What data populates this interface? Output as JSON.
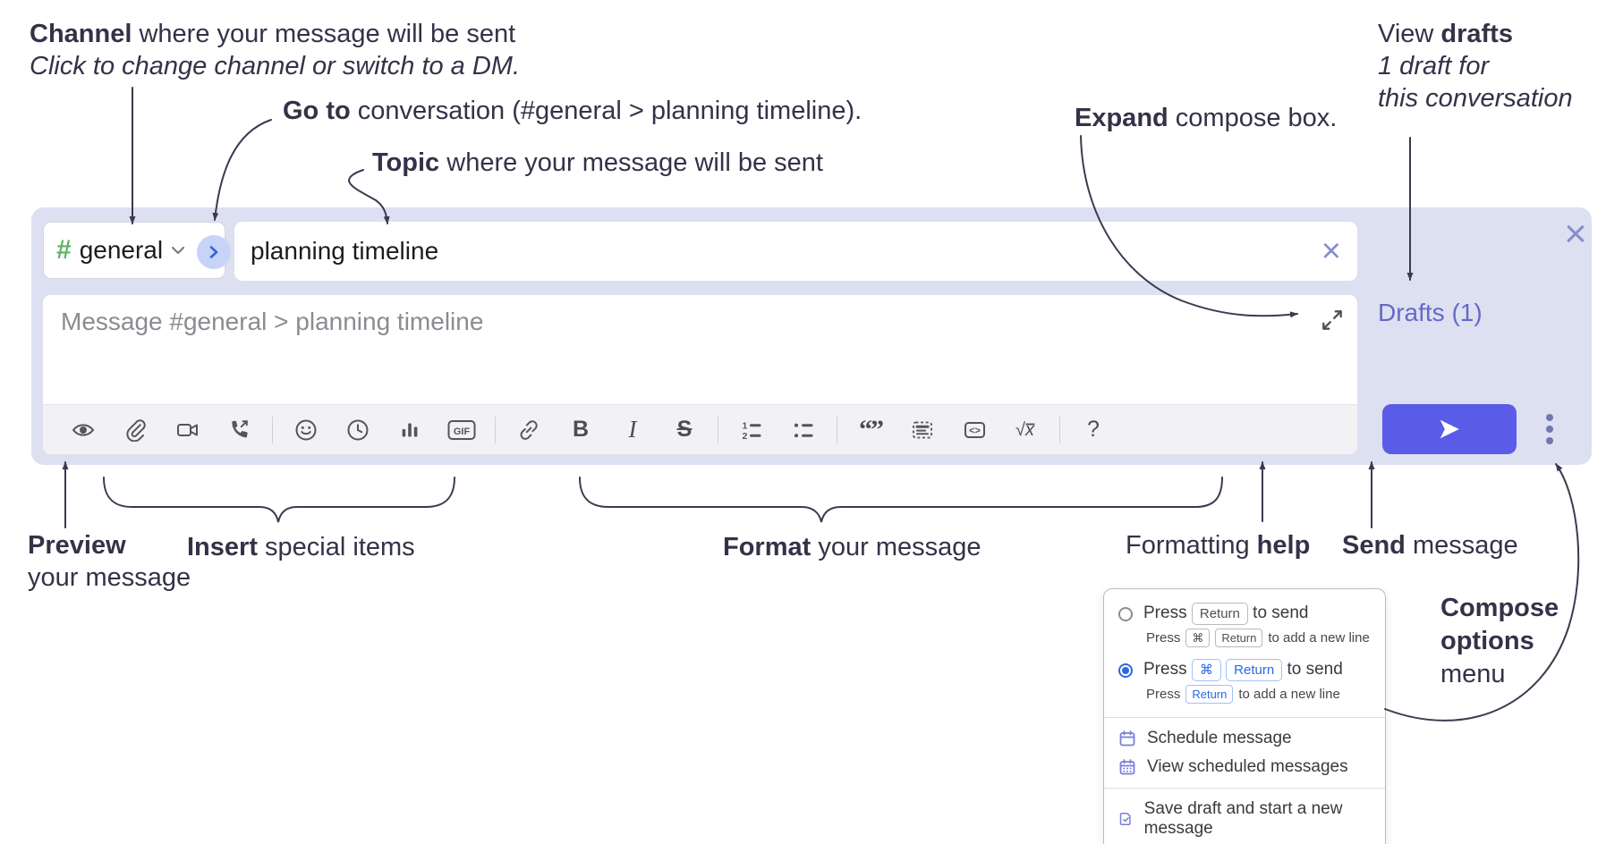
{
  "colors": {
    "accent_send": "#5a5ce8",
    "compose_bg": "#dde0f0",
    "hash_green": "#5fb266",
    "goto_circle_bg": "#c7d4f8",
    "goto_chevron_blue": "#2e68d9",
    "drafts_link": "#6469c6",
    "key_blue": "#2b69e2",
    "menu_icon_purple": "#7a7fd8",
    "annotation_ink": "#333248"
  },
  "notes": {
    "channel_bold": "Channel",
    "channel_rest": " where your message will be sent",
    "channel_sub": "Click to change channel or switch to a DM.",
    "goto_bold": "Go to",
    "goto_rest": " conversation (#general > planning timeline).",
    "topic_bold": "Topic",
    "topic_rest": " where your message will be sent",
    "expand_bold": "Expand",
    "expand_rest": " compose box.",
    "drafts_pre": "View ",
    "drafts_bold": "drafts",
    "drafts_line2": "1 draft for",
    "drafts_line3": "this conversation",
    "preview_bold": "Preview",
    "preview_line2": "your message",
    "insert_bold": "Insert",
    "insert_rest": " special items",
    "format_bold": "Format",
    "format_rest": " your message",
    "help_pre": "Formatting ",
    "help_bold": "help",
    "send_bold": "Send",
    "send_rest": " message",
    "compose_line1": "Compose",
    "compose_line2": "options",
    "compose_line3": "menu"
  },
  "composer": {
    "channel_hash": "#",
    "channel_name": "general",
    "topic_value": "planning timeline",
    "clear_x": "×",
    "close_x": "×",
    "placeholder": "Message #general > planning timeline",
    "drafts_link": "Drafts (1)",
    "toolbar": {
      "bold": "B",
      "italic": "I",
      "strike": "S",
      "gif": "GIF",
      "ol1": "1",
      "ol2": "2",
      "quote": "“”",
      "code": "<>",
      "formula": "√x",
      "help": "?"
    }
  },
  "menu": {
    "opt1_press": "Press",
    "opt1_key": "Return",
    "opt1_suffix": "to send",
    "opt1_sub_press": "Press",
    "opt1_sub_key1": "⌘",
    "opt1_sub_key2": "Return",
    "opt1_sub_suffix": "to add a new line",
    "opt2_press": "Press",
    "opt2_key1": "⌘",
    "opt2_key2": "Return",
    "opt2_suffix": "to send",
    "opt2_sub_press": "Press",
    "opt2_sub_key": "Return",
    "opt2_sub_suffix": "to add a new line",
    "items": [
      {
        "label": "Schedule message"
      },
      {
        "label": "View scheduled messages"
      },
      {
        "label": "Save draft and start a new message"
      }
    ]
  }
}
